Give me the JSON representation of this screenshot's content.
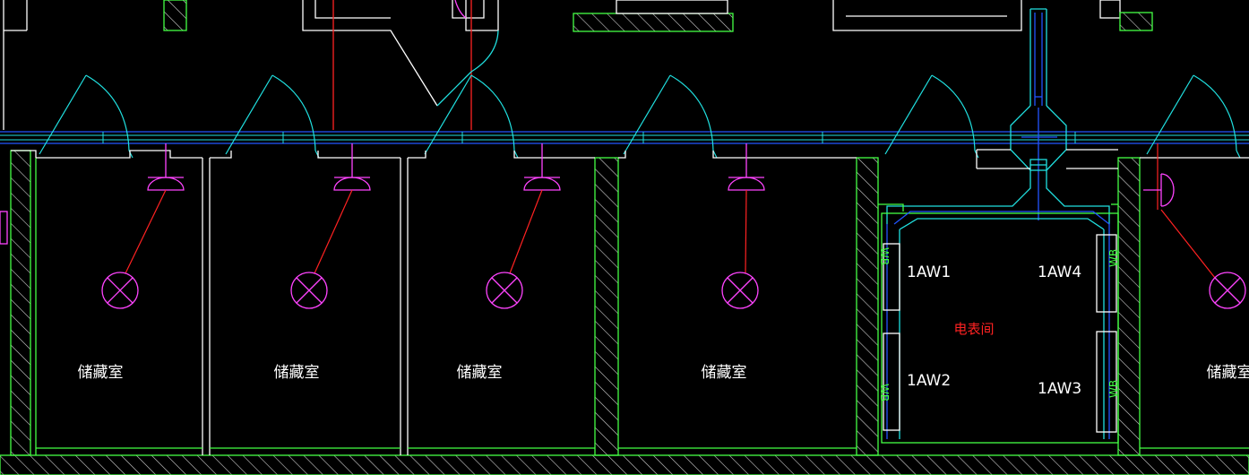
{
  "drawing": {
    "background": "#000000",
    "colors": {
      "wall": "#ffffff",
      "wall_face": "#44ff44",
      "hatch": "#cccccc",
      "door_swing": "#20e0e0",
      "duct": "#2255ff",
      "lamp": "#ff44ff",
      "wire": "#ff2222",
      "meter_room_text": "#ff2222"
    },
    "rooms": [
      {
        "label": "储藏室"
      },
      {
        "label": "储藏室"
      },
      {
        "label": "储藏室"
      },
      {
        "label": "储藏室"
      },
      {
        "label": "储藏室"
      }
    ],
    "meter_room": {
      "label": "电表间",
      "boxes": [
        "1AW1",
        "1AW4",
        "1AW2",
        "1AW3"
      ],
      "wb_tag": "WB"
    }
  }
}
